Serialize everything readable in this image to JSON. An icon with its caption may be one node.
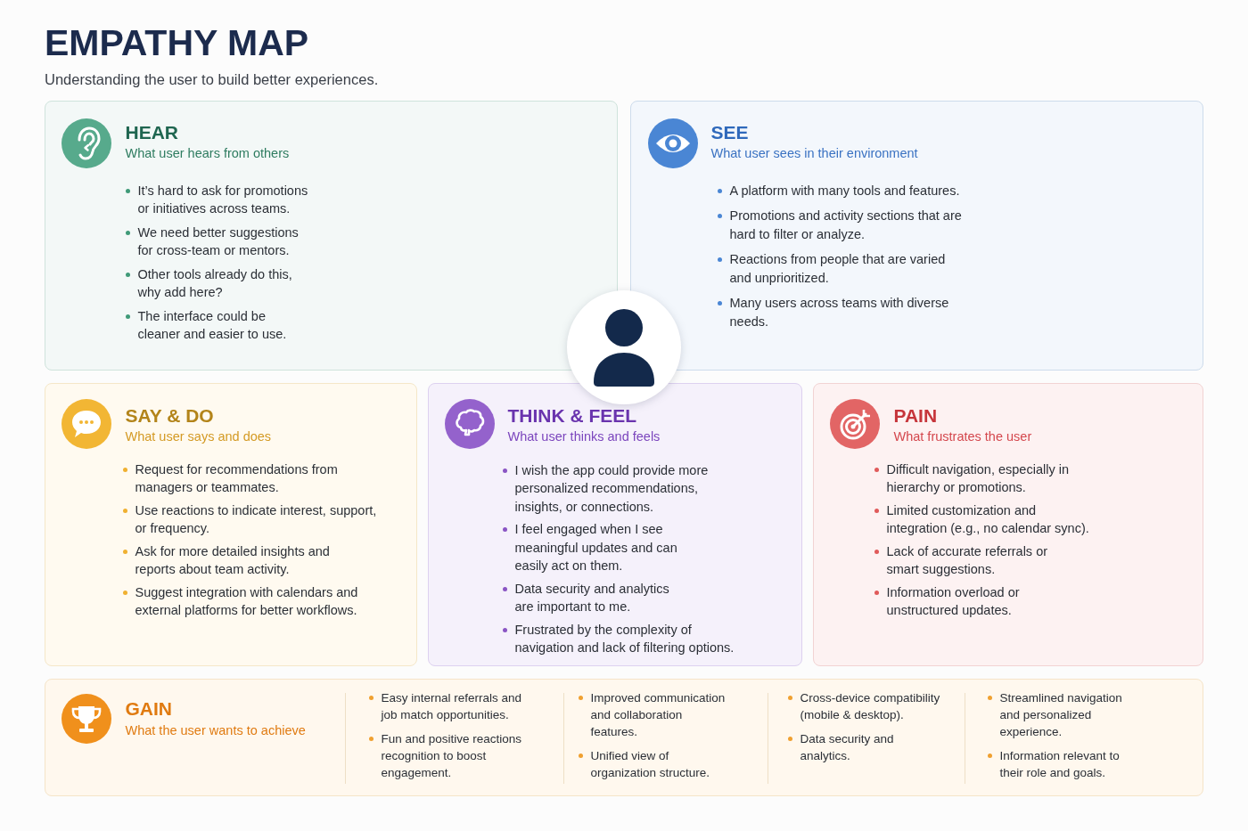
{
  "diagram": {
    "title": "EMPATHY MAP",
    "labels": [
      "Understanding the user to build better experiences."
    ],
    "nodes": [
      {
        "text": [
          "HEAR",
          "What user hears from others",
          "It’s hard to ask for promotions or initiatives across teams.",
          "We need better suggestions for cross-team or mentors.",
          "Other tools already do this, why add here?",
          "The interface could be cleaner and easier to use."
        ]
      },
      {
        "text": [
          "SEE",
          "What user sees in their environment",
          "A platform with many tools and features.",
          "Promotions and activity sections that are hard to filter or analyze.",
          "Reactions from people that are varied and unprioritized.",
          "Many users across teams with diverse needs."
        ]
      },
      {
        "text": [
          "SAY & DO",
          "What user says and does",
          "Request for recommendations from managers or teammates.",
          "Use reactions to indicate interest, support, or frequency.",
          "Ask for more detailed insights and reports about team activity.",
          "Suggest integration with calendars and external platforms for better workflows."
        ]
      },
      {
        "text": [
          "THINK & FEEL",
          "What user thinks and feels",
          "I wish the app could provide more personalized recommendations, insights, or connections.",
          "I feel engaged when I see meaningful updates and can easily act on them.",
          "Data security and analytics are important to me.",
          "Frustrated by the complexity of navigation and lack of filtering options."
        ]
      },
      {
        "text": [
          "PAIN",
          "What frustrates the user",
          "Difficult navigation, especially in hierarchy or promotions.",
          "Limited customization and integration (e.g., no calendar sync).",
          "Lack of accurate referrals or smart suggestions.",
          "Information overload or unstructured updates."
        ]
      },
      {
        "text": [
          "GAIN",
          "What the user wants to achieve",
          "Easy internal referrals and job match opportunities.",
          "Fun and positive reactions recognition to boost engagement.",
          "Improved communication and collaboration features.",
          "Unified view of organization structure.",
          "Cross-device compatibility (mobile & desktop).",
          "Data security and analytics.",
          "Streamlined navigation and personalized experience.",
          "Information relevant to their role and goals."
        ]
      }
    ]
  }
}
